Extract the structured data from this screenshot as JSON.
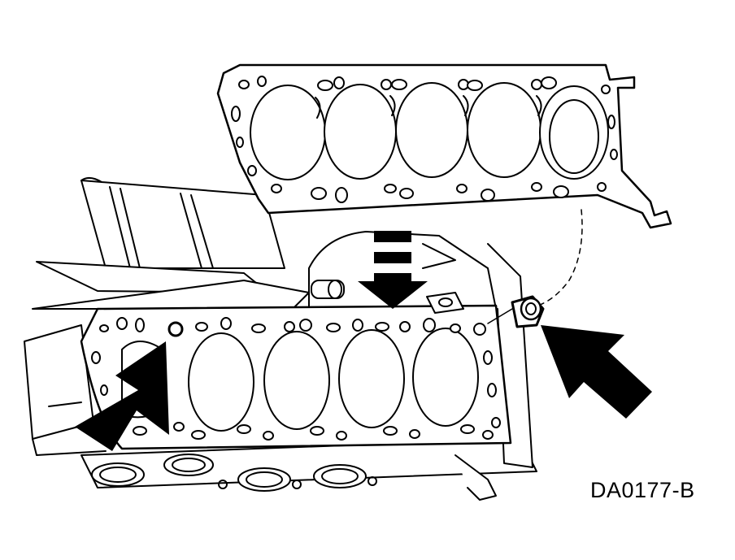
{
  "figure": {
    "code": "DA0177-B",
    "components": [
      "upper-head-gasket",
      "cylinder-block-deck",
      "dowel-pin",
      "dowel-pin-enlarged",
      "coolant-passage-ring"
    ],
    "arrows": [
      "install-direction-arrow",
      "dowel-callout-arrow",
      "ring-callout-arrow"
    ],
    "colors": {
      "line": "#000000",
      "background": "#ffffff"
    }
  }
}
